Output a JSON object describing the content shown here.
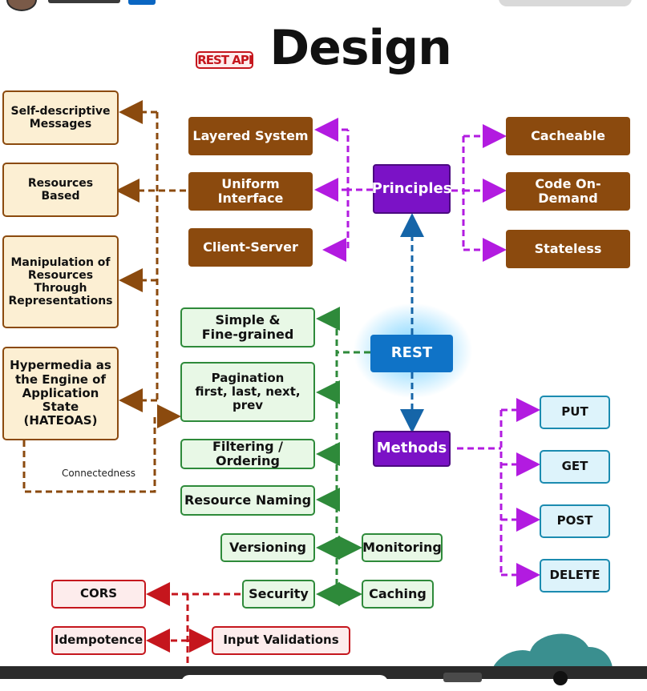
{
  "title": {
    "part1": "REST API",
    "part2": "Design"
  },
  "center": {
    "rest": "REST",
    "principles": "Principles",
    "methods": "Methods"
  },
  "principles_left": [
    "Layered System",
    "Uniform Interface",
    "Client-Server"
  ],
  "principles_right": [
    "Cacheable",
    "Code On-Demand",
    "Stateless"
  ],
  "uniform_interface_constraints": [
    "Self-descriptive\nMessages",
    "Resources\nBased",
    "Manipulation of\nResources\nThrough\nRepresentations",
    "Hypermedia as\nthe Engine of\nApplication\nState\n(HATEOAS)"
  ],
  "connectedness_label": "Connectedness",
  "practices": [
    "Simple &\nFine-grained",
    "Pagination\nfirst, last, next, prev",
    "Filtering / Ordering",
    "Resource Naming",
    "Versioning",
    "Security"
  ],
  "practice_extras": [
    "Monitoring",
    "Caching"
  ],
  "security_items": [
    "CORS",
    "Idempotence",
    "Input Validations"
  ],
  "methods": [
    "PUT",
    "GET",
    "POST",
    "DELETE"
  ],
  "colors": {
    "title_red": "#c5161d",
    "brown": "#8b4a0e",
    "purple": "#7b12c6",
    "blue": "#0f73c7",
    "green": "#2e8a3a",
    "red": "#c5161d"
  }
}
